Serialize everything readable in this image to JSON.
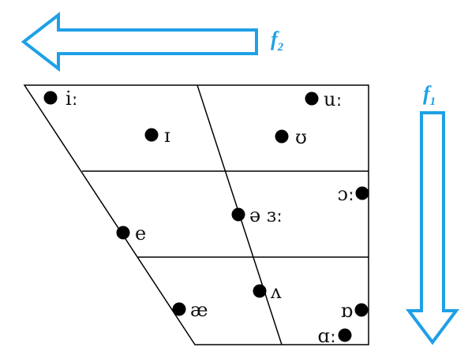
{
  "colors": {
    "arrow": "#1ea0e6",
    "line": "#000000",
    "dot": "#000000"
  },
  "labels": {
    "f2": "f",
    "f2_sub": "2",
    "f1": "f",
    "f1_sub": "1"
  },
  "vowels": [
    {
      "id": "i-long",
      "symbol": "iː"
    },
    {
      "id": "u-long",
      "symbol": "uː"
    },
    {
      "id": "short-i",
      "symbol": "ɪ"
    },
    {
      "id": "short-u",
      "symbol": "ʊ"
    },
    {
      "id": "open-o-long",
      "symbol": "ɔː"
    },
    {
      "id": "schwa-er",
      "symbol": "ə ɜː"
    },
    {
      "id": "e",
      "symbol": "e"
    },
    {
      "id": "wedge",
      "symbol": "ʌ"
    },
    {
      "id": "ae",
      "symbol": "æ"
    },
    {
      "id": "short-o",
      "symbol": "ɒ"
    },
    {
      "id": "a-long",
      "symbol": "ɑː"
    }
  ]
}
